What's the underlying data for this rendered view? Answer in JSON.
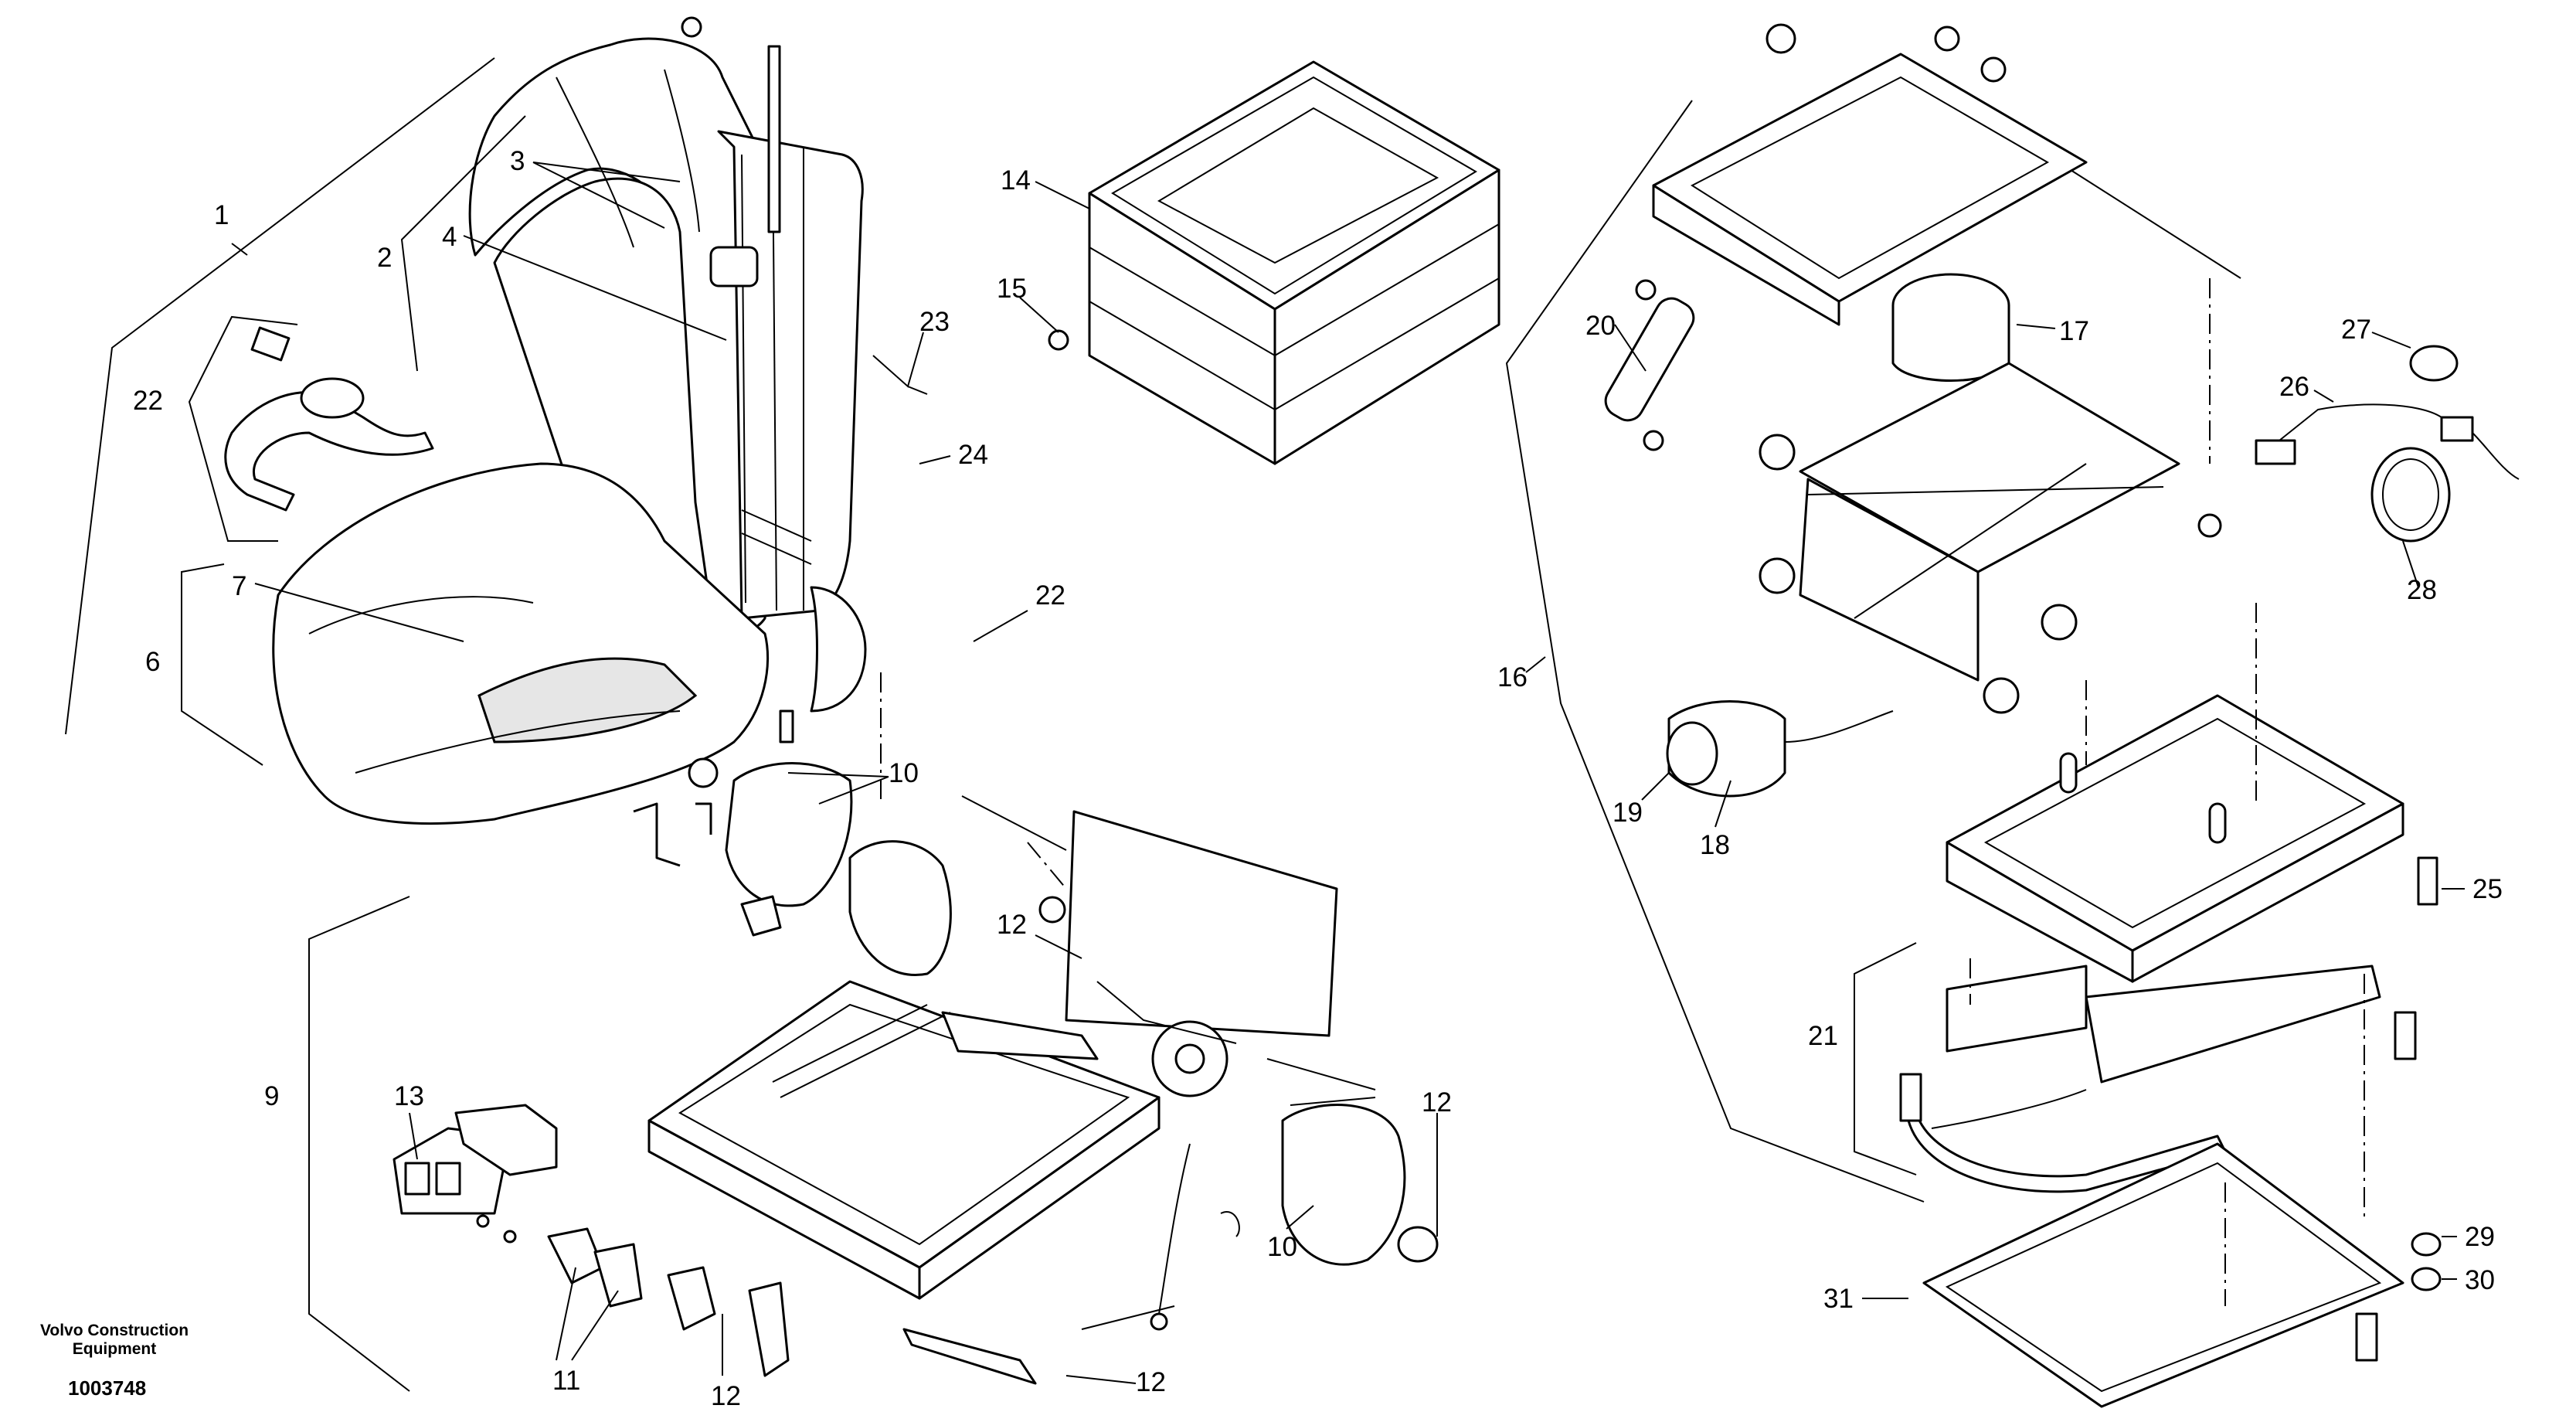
{
  "maker": {
    "name_line1": "Volvo Construction",
    "name_line2": "Equipment",
    "reference": "1003748"
  },
  "callouts": [
    {
      "id": "c1",
      "text": "1"
    },
    {
      "id": "c2",
      "text": "2"
    },
    {
      "id": "c3",
      "text": "3"
    },
    {
      "id": "c4",
      "text": "4"
    },
    {
      "id": "c6",
      "text": "6"
    },
    {
      "id": "c7",
      "text": "7"
    },
    {
      "id": "c9",
      "text": "9"
    },
    {
      "id": "c10a",
      "text": "10"
    },
    {
      "id": "c10b",
      "text": "10"
    },
    {
      "id": "c11",
      "text": "11"
    },
    {
      "id": "c12a",
      "text": "12"
    },
    {
      "id": "c12b",
      "text": "12"
    },
    {
      "id": "c12c",
      "text": "12"
    },
    {
      "id": "c12d",
      "text": "12"
    },
    {
      "id": "c13",
      "text": "13"
    },
    {
      "id": "c14",
      "text": "14"
    },
    {
      "id": "c15",
      "text": "15"
    },
    {
      "id": "c16",
      "text": "16"
    },
    {
      "id": "c17",
      "text": "17"
    },
    {
      "id": "c18",
      "text": "18"
    },
    {
      "id": "c19",
      "text": "19"
    },
    {
      "id": "c20",
      "text": "20"
    },
    {
      "id": "c21",
      "text": "21"
    },
    {
      "id": "c22a",
      "text": "22"
    },
    {
      "id": "c22b",
      "text": "22"
    },
    {
      "id": "c23",
      "text": "23"
    },
    {
      "id": "c24",
      "text": "24"
    },
    {
      "id": "c25",
      "text": "25"
    },
    {
      "id": "c26",
      "text": "26"
    },
    {
      "id": "c27",
      "text": "27"
    },
    {
      "id": "c28",
      "text": "28"
    },
    {
      "id": "c29",
      "text": "29"
    },
    {
      "id": "c30",
      "text": "30"
    },
    {
      "id": "c31",
      "text": "31"
    }
  ]
}
